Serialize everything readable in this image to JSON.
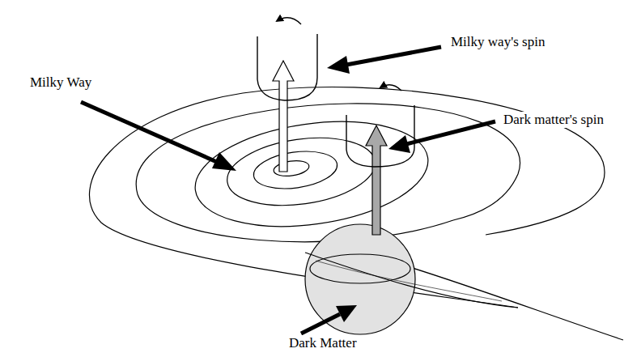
{
  "diagram": {
    "labels": [
      "Milky way's spin",
      "Milky Way",
      "Dark matter's spin",
      "Dark Matter"
    ]
  }
}
